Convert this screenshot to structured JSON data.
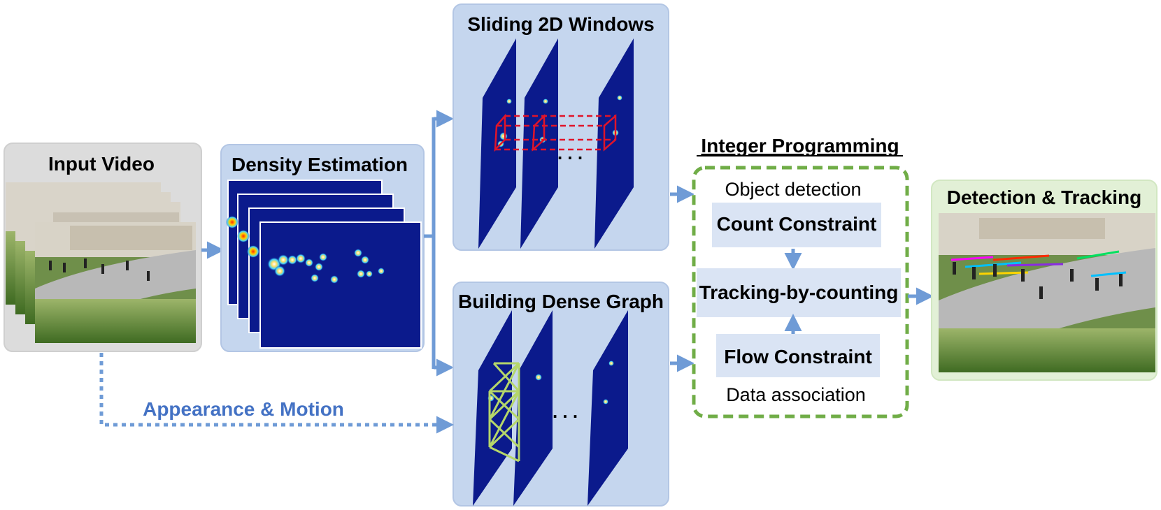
{
  "input_video": {
    "title": "Input Video"
  },
  "density": {
    "title": "Density Estimation"
  },
  "sliding": {
    "title": "Sliding 2D Windows",
    "ellipsis": ". . ."
  },
  "dense_graph": {
    "title": "Building Dense Graph",
    "ellipsis": ". . ."
  },
  "appearance": {
    "label": "Appearance & Motion"
  },
  "ip": {
    "heading": "Integer Programming",
    "object_detection": "Object detection",
    "count_constraint": "Count Constraint",
    "tracking_by_counting": "Tracking-by-counting",
    "flow_constraint": "Flow Constraint",
    "data_association": "Data association"
  },
  "detection": {
    "title": "Detection & Tracking"
  },
  "colors": {
    "panel_blue": "#c5d6ee",
    "panel_gray": "#dcdcdc",
    "panel_green": "#e2f0d6",
    "arrow_blue": "#6f9bd6",
    "label_blue": "#4472c4",
    "dashed_green": "#70ad47",
    "density_navy": "#0b1a8c"
  }
}
